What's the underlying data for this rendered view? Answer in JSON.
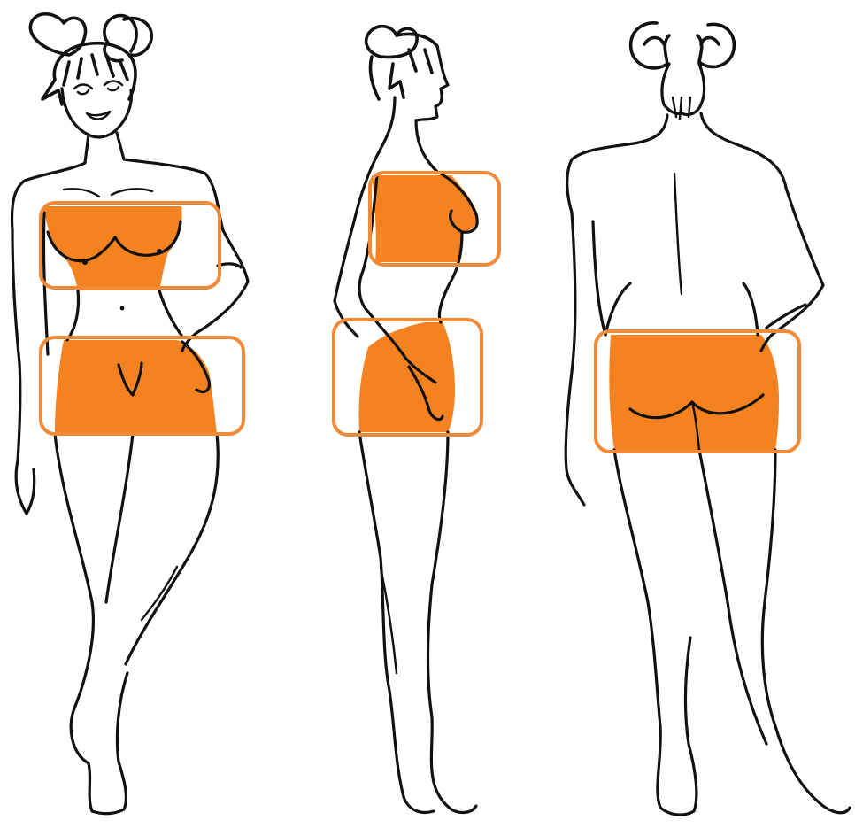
{
  "figure": {
    "views": [
      {
        "id": "front-view"
      },
      {
        "id": "side-view"
      },
      {
        "id": "back-view"
      }
    ],
    "colors": {
      "highlight_fill": "#F58220",
      "highlight_border": "#F08A38",
      "outline": "#111111",
      "background": "#FFFFFF"
    }
  }
}
